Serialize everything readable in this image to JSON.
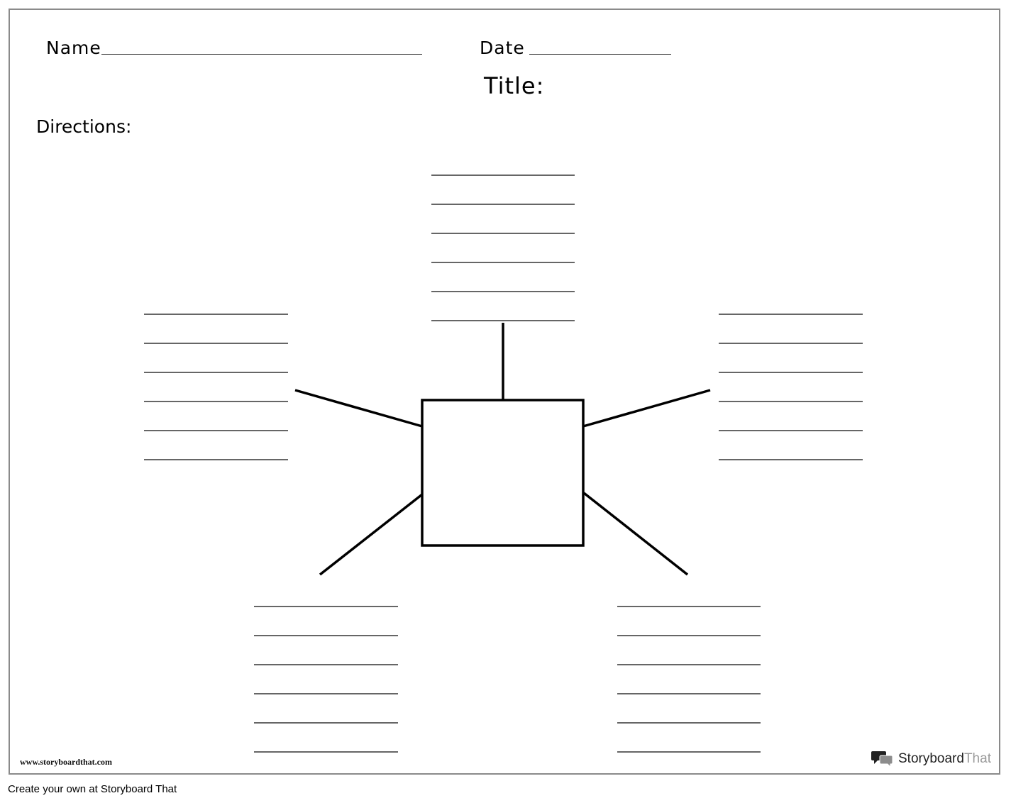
{
  "worksheet": {
    "name_label": "Name",
    "date_label": "Date",
    "title_label": "Title:",
    "directions_label": "Directions:"
  },
  "diagram": {
    "type": "spider-map",
    "center_box": "empty",
    "branches": [
      "top",
      "left",
      "right",
      "bottom-left",
      "bottom-right"
    ],
    "writing_lines_per_branch": 6
  },
  "watermark": {
    "url": "www.storyboardthat.com",
    "brand_part1": "Storyboard",
    "brand_part2": "That",
    "brand_icon": "speech-bubbles-icon"
  },
  "footer": {
    "credit": "Create your own at Storyboard That"
  }
}
